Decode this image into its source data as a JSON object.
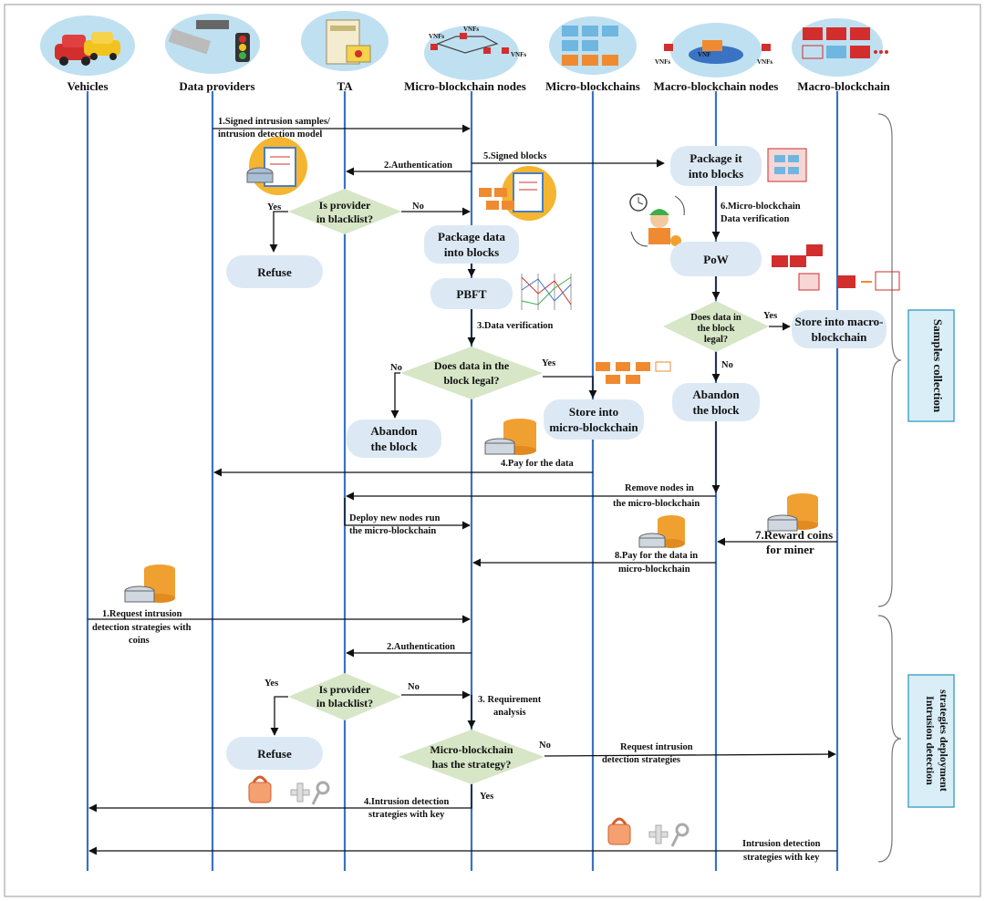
{
  "lanes": [
    "Vehicles",
    "Data providers",
    "TA",
    "Micro-blockchain nodes",
    "Micro-blockchains",
    "Macro-blockchain nodes",
    "Macro-blockchain"
  ],
  "sections": {
    "samples": "Samples collection",
    "deploy_line1": "Intrusion detection",
    "deploy_line2": "strategies deployment"
  },
  "steps": {
    "s1a": "1.Signed intrusion samples/",
    "s1b": "intrusion detection model",
    "s2": "2.Authentication",
    "s5": "5.Signed blocks",
    "s6a": "6.Micro-blockchain",
    "s6b": "Data verification",
    "s3": "3.Data verification",
    "s4": "4.Pay for the data",
    "remove_a": "Remove nodes in",
    "remove_b": "the micro-blockchain",
    "deploy_a": "Deploy new nodes run",
    "deploy_b": "the micro-blockchain",
    "s7a": "7.Reward coins",
    "s7b": "for miner",
    "s8a": "8.Pay for the data in",
    "s8b": "micro-blockchain",
    "r1a": "1.Request intrusion",
    "r1b": "detection strategies with",
    "r1c": "coins",
    "r2": "2.Authentication",
    "r3a": "3. Requirement",
    "r3b": "analysis",
    "r4a": "4.Intrusion detection",
    "r4b": "strategies with key",
    "req_a": "Request intrusion",
    "req_b": "detection strategies",
    "final_a": "Intrusion detection",
    "final_b": "strategies with key"
  },
  "nodes": {
    "blacklist1_a": "Is provider",
    "blacklist1_b": "in blacklist?",
    "refuse1": "Refuse",
    "package_a": "Package data",
    "package_b": "into blocks",
    "pbft": "PBFT",
    "legal1_a": "Does data in the",
    "legal1_b": "block legal?",
    "abandon1_a": "Abandon",
    "abandon1_b": "the block",
    "store_micro_a": "Store into",
    "store_micro_b": "micro-blockchain",
    "package_it_a": "Package it",
    "package_it_b": "into blocks",
    "pow": "PoW",
    "legal2_a": "Does data in",
    "legal2_b": "the block",
    "legal2_c": "legal?",
    "store_macro_a": "Store into macro-",
    "store_macro_b": "blockchain",
    "abandon2_a": "Abandon",
    "abandon2_b": "the block",
    "blacklist2_a": "Is provider",
    "blacklist2_b": "in blacklist?",
    "refuse2": "Refuse",
    "micro_has_a": "Micro-blockchain",
    "micro_has_b": "has the strategy?"
  },
  "branch": {
    "yes": "Yes",
    "no": "No"
  },
  "icon_text": {
    "vnfs": "VNFs",
    "vnf": "VNF"
  },
  "colors": {
    "lane": "#3a73c4",
    "box": "#dce9f5",
    "diamond": "#d6e6c6",
    "side_box": "#d9eef6",
    "side_border": "#4aa6c9",
    "coin": "#f0a030",
    "block": "#f08a30",
    "macro_block": "#d22e2e"
  }
}
